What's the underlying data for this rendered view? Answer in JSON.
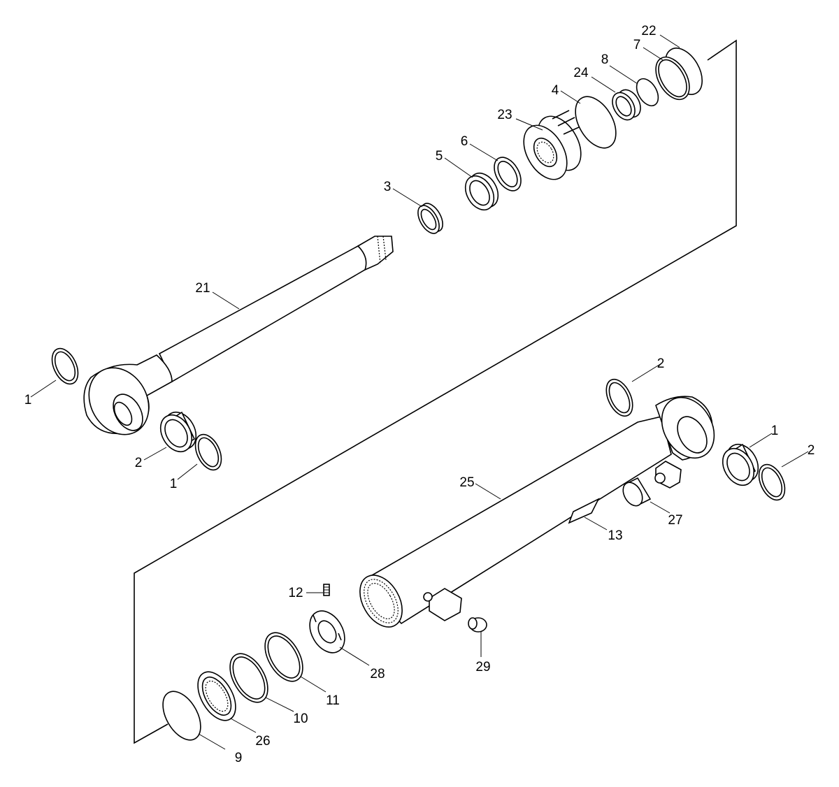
{
  "callouts": [
    {
      "id": "c-22",
      "label": "22"
    },
    {
      "id": "c-7",
      "label": "7"
    },
    {
      "id": "c-8",
      "label": "8"
    },
    {
      "id": "c-24",
      "label": "24"
    },
    {
      "id": "c-4",
      "label": "4"
    },
    {
      "id": "c-23",
      "label": "23"
    },
    {
      "id": "c-6",
      "label": "6"
    },
    {
      "id": "c-5",
      "label": "5"
    },
    {
      "id": "c-3",
      "label": "3"
    },
    {
      "id": "c-21",
      "label": "21"
    },
    {
      "id": "c-1a",
      "label": "1"
    },
    {
      "id": "c-2a",
      "label": "2"
    },
    {
      "id": "c-1b",
      "label": "1"
    },
    {
      "id": "c-2b",
      "label": "2"
    },
    {
      "id": "c-1c",
      "label": "1"
    },
    {
      "id": "c-2c",
      "label": "2"
    },
    {
      "id": "c-25",
      "label": "25"
    },
    {
      "id": "c-27",
      "label": "27"
    },
    {
      "id": "c-13",
      "label": "13"
    },
    {
      "id": "c-12",
      "label": "12"
    },
    {
      "id": "c-28",
      "label": "28"
    },
    {
      "id": "c-29",
      "label": "29"
    },
    {
      "id": "c-11",
      "label": "11"
    },
    {
      "id": "c-10",
      "label": "10"
    },
    {
      "id": "c-26",
      "label": "26"
    },
    {
      "id": "c-9",
      "label": "9"
    }
  ]
}
